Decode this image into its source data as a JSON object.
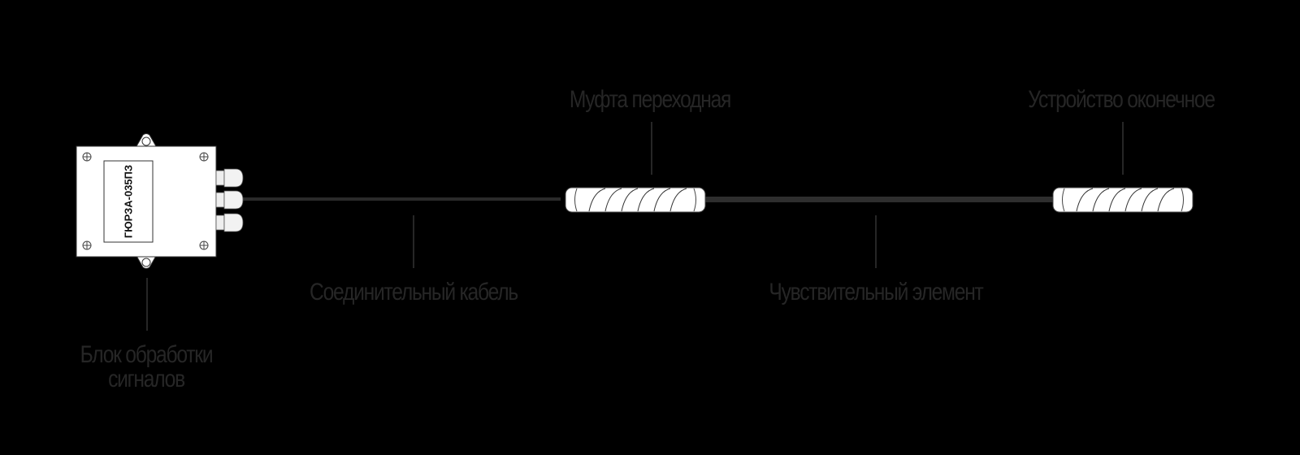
{
  "diagram": {
    "title": "",
    "colors": {
      "background": "#000000",
      "label_text": "#262626",
      "leader_line": "#262626",
      "connecting_cable": "#2a2a2a",
      "sensing_cable": "#2e2e2e",
      "device_fill": "#ffffff",
      "device_stroke": "#333333"
    },
    "processing_unit": {
      "device_label": "ГЮРЗА-035ПЗ",
      "caption_line1": "Блок обработки",
      "caption_line2": "сигналов"
    },
    "connecting_cable": {
      "caption": "Соединительный кабель"
    },
    "transition_coupling": {
      "caption": "Муфта переходная"
    },
    "sensing_element": {
      "caption": "Чувствительный элемент"
    },
    "end_device": {
      "caption": "Устройство оконечное"
    }
  }
}
